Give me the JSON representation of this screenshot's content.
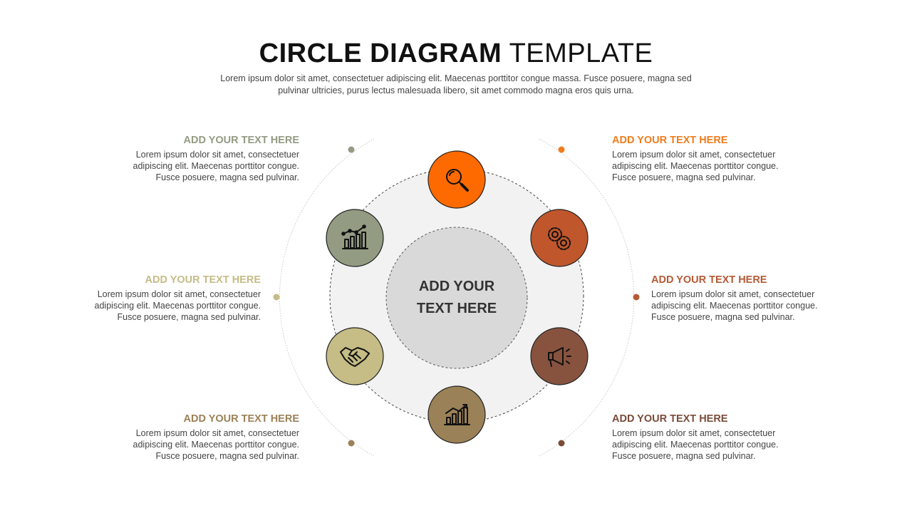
{
  "title": {
    "bold": "CIRCLE DIAGRAM",
    "light": "TEMPLATE"
  },
  "subtitle": "Lorem ipsum dolor sit amet, consectetuer adipiscing elit. Maecenas porttitor congue massa. Fusce posuere, magna sed pulvinar ultricies, purus lectus malesuada libero, sit amet commodo magna eros quis urna.",
  "center": {
    "label": "ADD YOUR TEXT HERE",
    "fill": "#d9d9d9"
  },
  "nodes": [
    {
      "icon": "magnifier-icon",
      "color": "#ff6a00"
    },
    {
      "icon": "gears-icon",
      "color": "#c0562b"
    },
    {
      "icon": "megaphone-icon",
      "color": "#87533f"
    },
    {
      "icon": "growth-chart-icon",
      "color": "#9b8157"
    },
    {
      "icon": "handshake-icon",
      "color": "#c5bc86"
    },
    {
      "icon": "analytics-chart-icon",
      "color": "#939b83"
    }
  ],
  "blocks": [
    {
      "heading": "ADD YOUR TEXT HERE",
      "color": "#939b83",
      "body": [
        "Lorem ipsum dolor sit amet, consectetuer",
        "adipiscing elit. Maecenas porttitor congue.",
        "Fusce posuere, magna sed pulvinar."
      ]
    },
    {
      "heading": "ADD YOUR TEXT HERE",
      "color": "#c5bc86",
      "body": [
        "Lorem ipsum dolor sit amet, consectetuer",
        "adipiscing elit. Maecenas porttitor congue.",
        "Fusce posuere, magna sed pulvinar."
      ]
    },
    {
      "heading": "ADD YOUR TEXT HERE",
      "color": "#9b8157",
      "body": [
        "Lorem ipsum dolor sit amet, consectetuer",
        "adipiscing elit. Maecenas porttitor congue.",
        "Fusce posuere, magna sed pulvinar."
      ]
    },
    {
      "heading": "ADD YOUR TEXT HERE",
      "color": "#f07c1c",
      "body": [
        "Lorem ipsum dolor sit amet, consectetuer",
        "adipiscing elit. Maecenas porttitor congue.",
        "Fusce posuere, magna sed pulvinar."
      ]
    },
    {
      "heading": "ADD YOUR TEXT HERE",
      "color": "#b55a35",
      "body": [
        "Lorem ipsum dolor sit amet, consectetuer",
        "adipiscing elit. Maecenas porttitor congue.",
        "Fusce posuere, magna sed pulvinar."
      ]
    },
    {
      "heading": "ADD YOUR TEXT HERE",
      "color": "#7a4b3a",
      "body": [
        "Lorem ipsum dolor sit amet, consectetuer",
        "adipiscing elit. Maecenas porttitor congue.",
        "Fusce posuere, magna sed pulvinar."
      ]
    }
  ]
}
